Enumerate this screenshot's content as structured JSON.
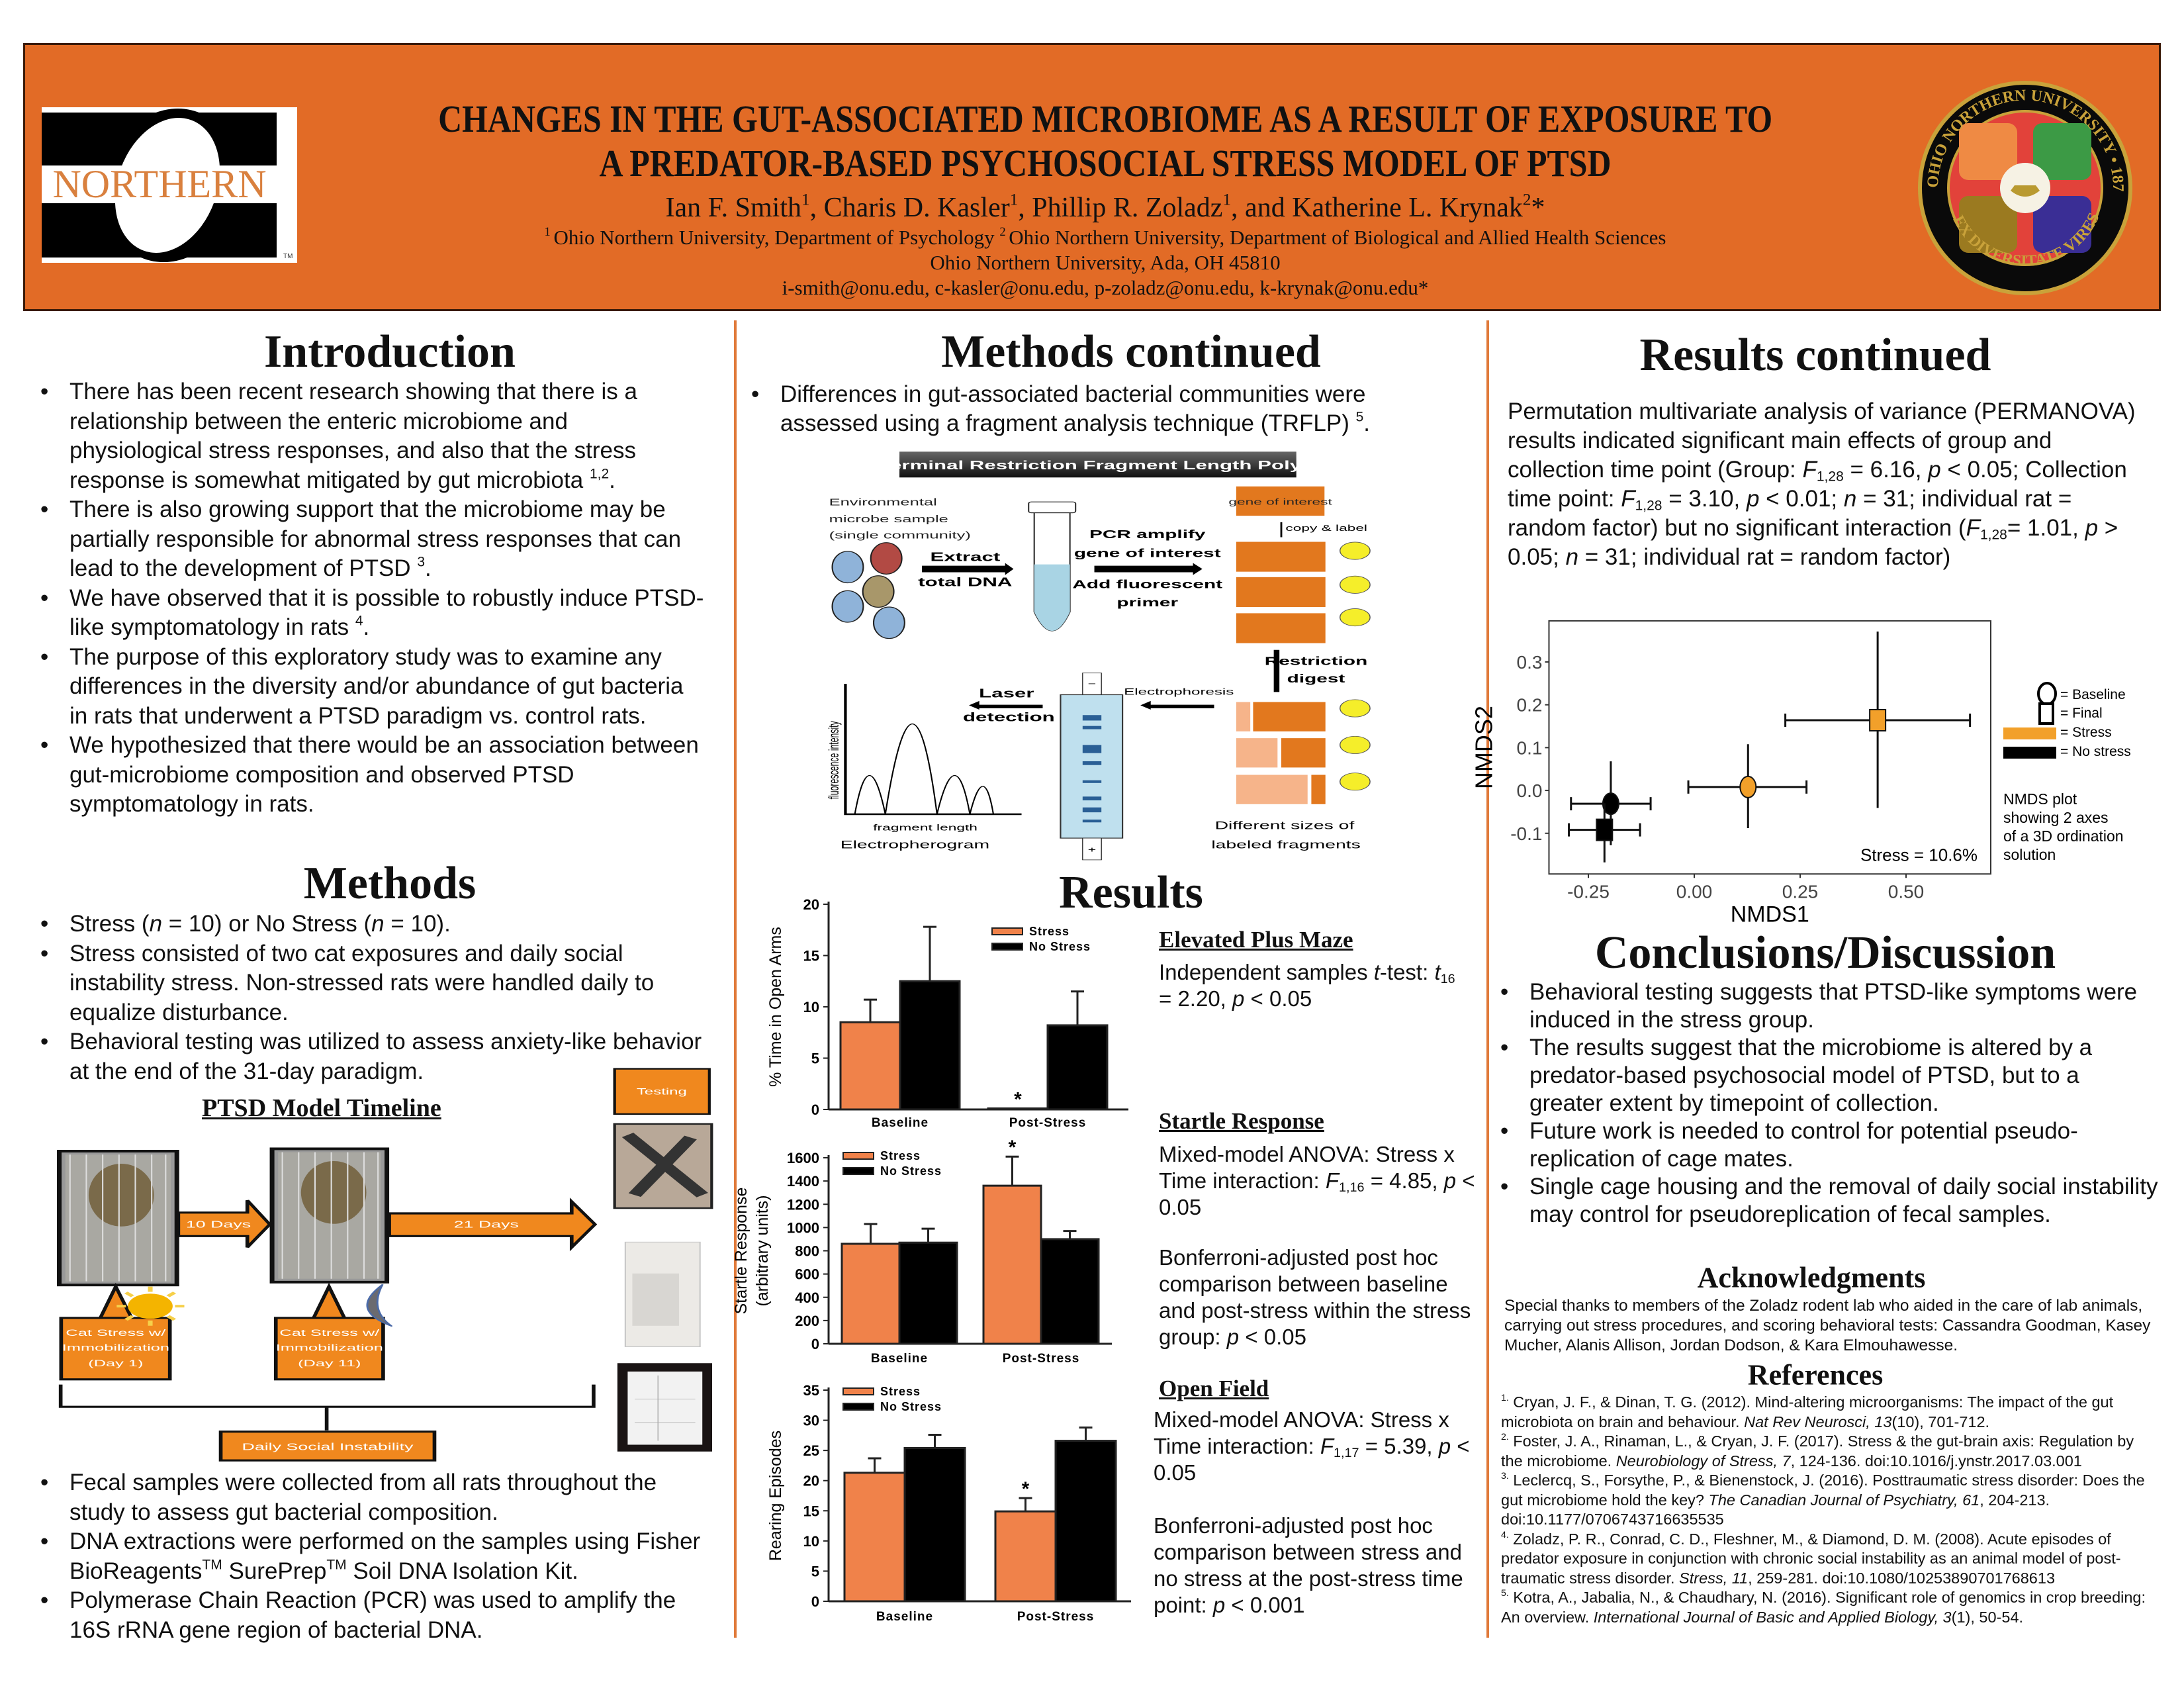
{
  "header": {
    "title_line1": "CHANGES IN THE GUT-ASSOCIATED MICROBIOME AS A RESULT OF EXPOSURE TO",
    "title_line2": "A PREDATOR-BASED PSYCHOSOCIAL STRESS MODEL OF PTSD",
    "authors": [
      {
        "t": "Ian F. Smith"
      },
      {
        "t": "1",
        "f": "sup"
      },
      {
        "t": ", Charis D. Kasler"
      },
      {
        "t": "1",
        "f": "sup"
      },
      {
        "t": ", Phillip R. Zoladz"
      },
      {
        "t": "1",
        "f": "sup"
      },
      {
        "t": ", and Katherine L. Krynak"
      },
      {
        "t": "2",
        "f": "sup"
      },
      {
        "t": "*"
      }
    ],
    "affiliations": [
      {
        "t": "1 ",
        "f": "sup"
      },
      {
        "t": "Ohio Northern University, Department of Psychology "
      },
      {
        "t": "2 ",
        "f": "sup"
      },
      {
        "t": "Ohio Northern University, Department of Biological and Allied Health Sciences"
      }
    ],
    "address": "Ohio Northern University, Ada, OH 45810",
    "emails": "i-smith@onu.edu, c-kasler@onu.edu, p-zoladz@onu.edu,  k-krynak@onu.edu*",
    "logo_text": "NORTHERN",
    "logo_tm": "TM",
    "seal_top": "OHIO NORTHERN UNIVERSITY • 1871",
    "seal_bottom": "EX DIVERSITATE VIRES"
  },
  "colors": {
    "orange": "#e26b26",
    "stress": "#f0824a",
    "nostress": "#000000",
    "nmds_stress": "#f2a02a"
  },
  "introduction": {
    "heading": "Introduction",
    "bullets": [
      [
        {
          "t": "There has been recent research showing that there is a relationship between the enteric microbiome and physiological stress responses, and also that the stress response is somewhat mitigated by gut microbiota "
        },
        {
          "t": "1,2",
          "f": "sup"
        },
        {
          "t": "."
        }
      ],
      [
        {
          "t": "There is also growing support that the microbiome may be partially responsible for abnormal stress responses that can lead to the development of PTSD "
        },
        {
          "t": "3",
          "f": "sup"
        },
        {
          "t": "."
        }
      ],
      [
        {
          "t": "We have observed that it is possible to robustly induce PTSD-like symptomatology in rats "
        },
        {
          "t": "4",
          "f": "sup"
        },
        {
          "t": "."
        }
      ],
      [
        {
          "t": "The purpose of this exploratory study was to examine any differences in the diversity and/or abundance of gut bacteria in rats that underwent a PTSD paradigm vs. control rats."
        }
      ],
      [
        {
          "t": "We hypothesized that there would be an association between gut-microbiome composition and observed PTSD symptomatology in rats."
        }
      ]
    ]
  },
  "methods": {
    "heading": "Methods",
    "bullets": [
      [
        {
          "t": "Stress ("
        },
        {
          "t": "n",
          "f": "i"
        },
        {
          "t": " = 10) or No Stress ("
        },
        {
          "t": "n",
          "f": "i"
        },
        {
          "t": " = 10)."
        }
      ],
      [
        {
          "t": "Stress consisted of two cat exposures and daily social instability stress. Non-stressed rats were handled daily to equalize disturbance."
        }
      ],
      [
        {
          "t": "Behavioral testing was utilized to assess anxiety-like behavior at the end of the 31-day paradigm."
        }
      ]
    ],
    "timeline": {
      "title": "PTSD Model Timeline",
      "testing": "Testing",
      "interval1": "10 Days",
      "interval2": "21 Days",
      "event1": [
        "Cat Stress w/",
        "Immobilization",
        "(Day 1)"
      ],
      "event2": [
        "Cat Stress w/",
        "Immobilization",
        "(Day 11)"
      ],
      "daily": "Daily Social Instability"
    },
    "bullets2": [
      [
        {
          "t": "Fecal samples were collected from all rats throughout the study to assess gut bacterial composition."
        }
      ],
      [
        {
          "t": "DNA extractions were performed on the samples using Fisher BioReagents"
        },
        {
          "t": "TM",
          "f": "sup"
        },
        {
          "t": " SurePrep"
        },
        {
          "t": "TM",
          "f": "sup"
        },
        {
          "t": " Soil DNA Isolation Kit."
        }
      ],
      [
        {
          "t": "Polymerase Chain Reaction (PCR) was used to amplify the 16S rRNA gene region of bacterial DNA."
        }
      ]
    ]
  },
  "methods_continued": {
    "heading": "Methods continued",
    "bullets": [
      [
        {
          "t": "Differences in gut-associated bacterial communities were assessed using a fragment analysis technique (TRFLP) "
        },
        {
          "t": "5",
          "f": "sup"
        },
        {
          "t": "."
        }
      ]
    ],
    "trflp": {
      "title": "T-RFLP: Terminal Restriction Fragment Length Polymorphism",
      "sample": [
        "Environmental",
        "microbe sample",
        "(single community)"
      ],
      "extract": [
        "Extract",
        "total DNA"
      ],
      "pcr": [
        "PCR amplify",
        "gene of interest",
        "Add fluorescent",
        "primer"
      ],
      "gene": "gene of interest",
      "copy": "copy & label",
      "digest": [
        "Restriction",
        "digest"
      ],
      "electrophoresis": "Electrophoresis",
      "laser": [
        "Laser",
        "detection"
      ],
      "yaxis": "fluorescence intensity",
      "xaxis": "fragment length",
      "electropherogram": "Electropherogram",
      "fragments": [
        "Different sizes of",
        "labeled fragments"
      ],
      "minus": "−",
      "plus": "+"
    }
  },
  "results": {
    "heading": "Results",
    "epm": {
      "heading": "Elevated Plus Maze",
      "text": [
        {
          "t": "Independent samples "
        },
        {
          "t": "t",
          "f": "i"
        },
        {
          "t": "-test: "
        },
        {
          "t": "t",
          "f": "i"
        },
        {
          "t": "16",
          "f": "sub"
        },
        {
          "t": " = 2.20, "
        },
        {
          "t": "p",
          "f": "i"
        },
        {
          "t": " < 0.05"
        }
      ]
    },
    "startle": {
      "heading": "Startle Response",
      "text": [
        {
          "t": "Mixed-model ANOVA: Stress x Time interaction: "
        },
        {
          "t": "F",
          "f": "i"
        },
        {
          "t": "1,16",
          "f": "sub"
        },
        {
          "t": " = 4.85, "
        },
        {
          "t": "p",
          "f": "i"
        },
        {
          "t": " < 0.05"
        }
      ],
      "posthoc": [
        {
          "t": "Bonferroni-adjusted post hoc comparison between baseline and post-stress within the stress group: "
        },
        {
          "t": "p",
          "f": "i"
        },
        {
          "t": " < 0.05"
        }
      ]
    },
    "openfield": {
      "heading": "Open Field",
      "text": [
        {
          "t": "Mixed-model ANOVA: Stress x Time interaction: "
        },
        {
          "t": "F",
          "f": "i"
        },
        {
          "t": "1,17",
          "f": "sub"
        },
        {
          "t": " = 5.39, "
        },
        {
          "t": "p",
          "f": "i"
        },
        {
          "t": " < 0.05"
        }
      ],
      "posthoc": [
        {
          "t": "Bonferroni-adjusted post hoc comparison between stress and no stress at the post-stress time point: "
        },
        {
          "t": "p",
          "f": "i"
        },
        {
          "t": " < 0.001"
        }
      ]
    }
  },
  "results_continued": {
    "heading": "Results continued",
    "text": [
      {
        "t": "Permutation multivariate analysis of variance (PERMANOVA) results indicated significant main effects of group and collection time point (Group: "
      },
      {
        "t": "F",
        "f": "i"
      },
      {
        "t": "1,28",
        "f": "sub"
      },
      {
        "t": " = 6.16, "
      },
      {
        "t": "p",
        "f": "i"
      },
      {
        "t": " < 0.05; Collection time point: "
      },
      {
        "t": "F",
        "f": "i"
      },
      {
        "t": "1,28",
        "f": "sub"
      },
      {
        "t": " = 3.10, "
      },
      {
        "t": "p",
        "f": "i"
      },
      {
        "t": " < 0.01; "
      },
      {
        "t": "n",
        "f": "i"
      },
      {
        "t": " = 31; individual rat = random factor) but no significant interaction ("
      },
      {
        "t": "F",
        "f": "i"
      },
      {
        "t": "1,28",
        "f": "sub"
      },
      {
        "t": "= 1.01, "
      },
      {
        "t": "p",
        "f": "i"
      },
      {
        "t": " > 0.05; "
      },
      {
        "t": "n",
        "f": "i"
      },
      {
        "t": " = 31; individual rat = random factor)"
      }
    ]
  },
  "conclusions": {
    "heading": "Conclusions/Discussion",
    "bullets": [
      [
        {
          "t": "Behavioral testing suggests that PTSD-like symptoms were induced in the stress group."
        }
      ],
      [
        {
          "t": "The results suggest that the microbiome is altered by a predator-based psychosocial model of PTSD, but to a greater extent by timepoint of collection."
        }
      ],
      [
        {
          "t": "Future work is needed to control for potential pseudo-replication of cage mates."
        }
      ],
      [
        {
          "t": "Single cage housing and the removal of daily social instability may control for pseudoreplication of fecal samples."
        }
      ]
    ]
  },
  "acknowledgments": {
    "heading": "Acknowledgments",
    "text": "Special thanks to members of the Zoladz rodent lab who aided in the care of lab animals, carrying out stress procedures, and scoring behavioral tests: Cassandra Goodman, Kasey Mucher, Alanis Allison, Jordan Dodson, & Kara Elmouhawesse."
  },
  "references": {
    "heading": "References",
    "items": [
      [
        {
          "t": "1.",
          "f": "sup"
        },
        {
          "t": " Cryan, J. F., & Dinan, T. G. (2012). Mind-altering microorganisms: The impact of the gut microbiota on brain and behaviour. "
        },
        {
          "t": "Nat Rev Neurosci, 13",
          "f": "i"
        },
        {
          "t": "(10), 701-712."
        }
      ],
      [
        {
          "t": "2.",
          "f": "sup"
        },
        {
          "t": " Foster, J. A., Rinaman, L., & Cryan, J. F. (2017). Stress & the gut-brain axis: Regulation by the microbiome. "
        },
        {
          "t": "Neurobiology of Stress, 7",
          "f": "i"
        },
        {
          "t": ", 124-136. doi:10.1016/j.ynstr.2017.03.001"
        }
      ],
      [
        {
          "t": "3.",
          "f": "sup"
        },
        {
          "t": " Leclercq, S., Forsythe, P., & Bienenstock, J. (2016). Posttraumatic stress disorder: Does the gut microbiome hold the key? "
        },
        {
          "t": "The Canadian Journal of Psychiatry, 61",
          "f": "i"
        },
        {
          "t": ", 204-213. doi:10.1177/0706743716635535"
        }
      ],
      [
        {
          "t": "4.",
          "f": "sup"
        },
        {
          "t": " Zoladz, P. R., Conrad, C. D., Fleshner, M., & Diamond, D. M. (2008). Acute episodes of predator exposure in conjunction with chronic social instability as an animal model of post-traumatic stress disorder. "
        },
        {
          "t": "Stress, 11",
          "f": "i"
        },
        {
          "t": ", 259-281. doi:10.1080/10253890701768613"
        }
      ],
      [
        {
          "t": "5.",
          "f": "sup"
        },
        {
          "t": " Kotra, A., Jabalia, N., & Chaudhary, N. (2016). Significant role of genomics in crop breeding: An overview. "
        },
        {
          "t": "International Journal of Basic and Applied Biology, 3",
          "f": "i"
        },
        {
          "t": "(1), 50-54."
        }
      ]
    ]
  },
  "chart_data": [
    {
      "id": "epm",
      "type": "bar",
      "categories": [
        "Baseline",
        "Post-Stress"
      ],
      "series": [
        {
          "name": "Stress",
          "values": [
            8.5,
            0.1
          ],
          "error_upper": [
            10.7,
            0.1
          ],
          "significant": [
            false,
            true
          ]
        },
        {
          "name": "No Stress",
          "values": [
            12.5,
            8.2
          ],
          "error_upper": [
            17.8,
            11.5
          ],
          "significant": [
            false,
            false
          ]
        }
      ],
      "ylabel": [
        "% Time in Open Arms"
      ],
      "ylim": [
        0,
        20
      ],
      "yticks": [
        0,
        5,
        10,
        15,
        20
      ],
      "legend": "top-right",
      "sig_label": "*"
    },
    {
      "id": "startle",
      "type": "bar",
      "categories": [
        "Baseline",
        "Post-Stress"
      ],
      "series": [
        {
          "name": "Stress",
          "values": [
            860,
            1360
          ],
          "error_upper": [
            1030,
            1610
          ],
          "significant": [
            false,
            true
          ]
        },
        {
          "name": "No Stress",
          "values": [
            870,
            900
          ],
          "error_upper": [
            990,
            970
          ],
          "significant": [
            false,
            false
          ]
        }
      ],
      "ylabel": [
        "Startle Response",
        "(arbitrary units)"
      ],
      "ylim": [
        0,
        1600
      ],
      "yticks": [
        0,
        200,
        400,
        600,
        800,
        1000,
        1200,
        1400,
        1600
      ],
      "legend": "top-left",
      "sig_label": "*"
    },
    {
      "id": "openfield",
      "type": "bar",
      "categories": [
        "Baseline",
        "Post-Stress"
      ],
      "series": [
        {
          "name": "Stress",
          "values": [
            21.3,
            14.9
          ],
          "error_upper": [
            23.7,
            17.1
          ],
          "significant": [
            false,
            true
          ]
        },
        {
          "name": "No Stress",
          "values": [
            25.4,
            26.6
          ],
          "error_upper": [
            27.6,
            28.8
          ],
          "significant": [
            false,
            false
          ]
        }
      ],
      "ylabel": [
        "Rearing Episodes"
      ],
      "ylim": [
        0,
        35
      ],
      "yticks": [
        0,
        5,
        10,
        15,
        20,
        25,
        30,
        35
      ],
      "legend": "top-left",
      "sig_label": "*"
    },
    {
      "id": "nmds",
      "type": "scatter",
      "xlabel": "NMDS1",
      "ylabel": "NMDS2",
      "xlim": [
        -0.343,
        0.7
      ],
      "ylim": [
        -0.195,
        0.396
      ],
      "xticks": [
        "-0.25",
        "0.00",
        "0.25",
        "0.50"
      ],
      "xtick_values": [
        -0.25,
        0,
        0.25,
        0.5
      ],
      "yticks": [
        "-0.1",
        "0.0",
        "0.1",
        "0.2",
        "0.3"
      ],
      "ytick_values": [
        -0.1,
        0,
        0.1,
        0.2,
        0.3
      ],
      "points": [
        {
          "group": "No stress",
          "time": "Baseline",
          "x": -0.197,
          "y": -0.031,
          "x_err": [
            -0.291,
            -0.103
          ],
          "y_err": [
            -0.128,
            0.068
          ]
        },
        {
          "group": "No stress",
          "time": "Final",
          "x": -0.212,
          "y": -0.092,
          "x_err": [
            -0.296,
            -0.128
          ],
          "y_err": [
            -0.168,
            -0.03
          ]
        },
        {
          "group": "Stress",
          "time": "Baseline",
          "x": 0.127,
          "y": 0.008,
          "x_err": [
            -0.014,
            0.265
          ],
          "y_err": [
            -0.088,
            0.108
          ]
        },
        {
          "group": "Stress",
          "time": "Final",
          "x": 0.433,
          "y": 0.164,
          "x_err": [
            0.215,
            0.651
          ],
          "y_err": [
            -0.041,
            0.371
          ]
        }
      ],
      "annotation": "Stress = 10.6%",
      "legend": [
        "= Baseline",
        "= Final",
        "= Stress",
        "= No stress"
      ],
      "note": [
        "NMDS plot",
        "showing 2 axes",
        "of a 3D ordination",
        "solution"
      ]
    }
  ]
}
